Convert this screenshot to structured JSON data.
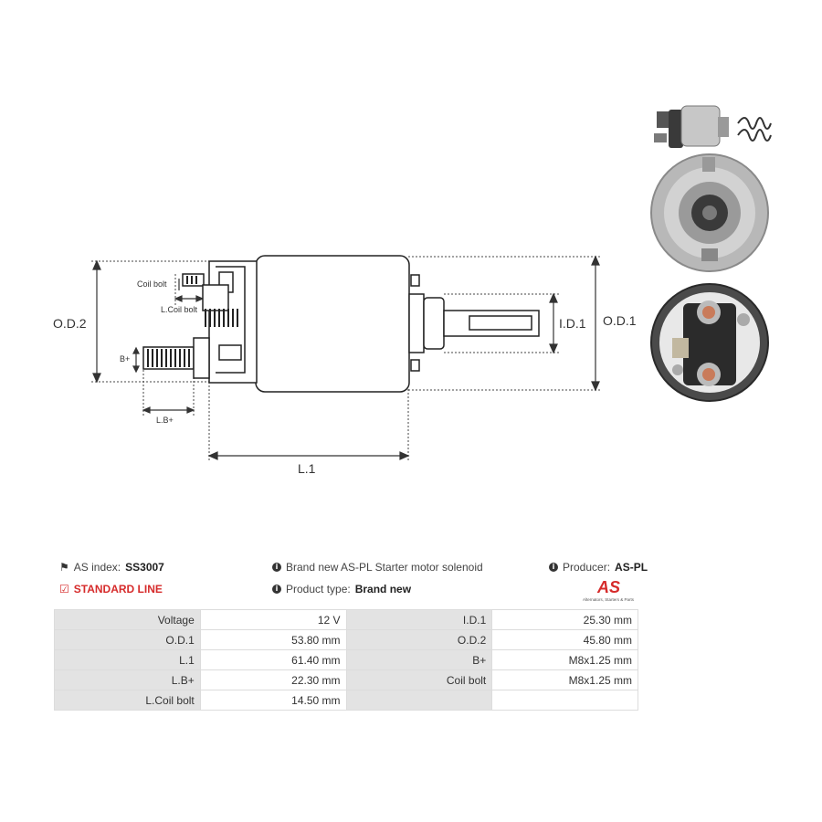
{
  "drawing": {
    "labels": {
      "coil_bolt": "Coil bolt",
      "l_coil_bolt": "L.Coil bolt",
      "od2": "O.D.2",
      "b_plus": "B+",
      "lb_plus": "L.B+",
      "l1": "L.1",
      "id1": "I.D.1",
      "od1": "O.D.1"
    }
  },
  "info": {
    "as_index_label": "AS index:",
    "as_index_value": "SS3007",
    "line": "STANDARD LINE",
    "description": "Brand new AS-PL Starter motor solenoid",
    "product_type_label": "Product type:",
    "product_type_value": "Brand new",
    "producer_label": "Producer:",
    "producer_value": "AS-PL"
  },
  "logo": {
    "mark": "AS",
    "tagline": "Alternators, Starters & Parts",
    "color": "#d62b2b"
  },
  "specs": [
    [
      "Voltage",
      "12 V",
      "I.D.1",
      "25.30 mm"
    ],
    [
      "O.D.1",
      "53.80 mm",
      "O.D.2",
      "45.80 mm"
    ],
    [
      "L.1",
      "61.40 mm",
      "B+",
      "M8x1.25 mm"
    ],
    [
      "L.B+",
      "22.30 mm",
      "Coil bolt",
      "M8x1.25 mm"
    ],
    [
      "L.Coil bolt",
      "14.50 mm",
      "",
      ""
    ]
  ]
}
